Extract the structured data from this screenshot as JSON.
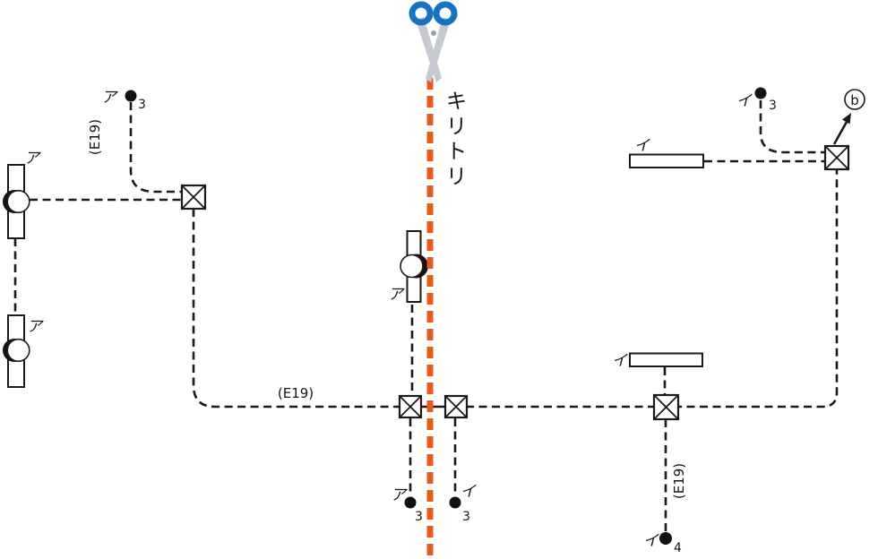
{
  "title": "wiring-diagram-with-cut-line",
  "cut": {
    "label": "キリトリ",
    "line_color": "#E8591C"
  },
  "cable": {
    "label": "(E19)"
  },
  "terminal": {
    "label": "b"
  },
  "groups": {
    "a": "ア",
    "i": "イ"
  },
  "ways": {
    "three": "3",
    "four": "4"
  },
  "components": {
    "junction_box_count": 5,
    "switches": [
      {
        "group": "ア",
        "ways": "3",
        "location": "top-left"
      },
      {
        "group": "ア",
        "ways": "3",
        "location": "center-left-of-cut"
      },
      {
        "group": "イ",
        "ways": "3",
        "location": "center-right-of-cut"
      },
      {
        "group": "イ",
        "ways": "3",
        "location": "top-right"
      },
      {
        "group": "イ",
        "ways": "4",
        "location": "bottom-right"
      }
    ],
    "luminaires": [
      {
        "group": "ア",
        "type": "lamp-on-batten",
        "location": "left-upper"
      },
      {
        "group": "ア",
        "type": "lamp-on-batten",
        "location": "left-lower"
      },
      {
        "group": "ア",
        "type": "lamp-on-batten",
        "location": "center-at-cut"
      },
      {
        "group": "イ",
        "type": "straight-batten",
        "location": "right-upper"
      },
      {
        "group": "イ",
        "type": "straight-batten",
        "location": "right-middle"
      }
    ],
    "arrow_terminal": {
      "label": "b",
      "location": "top-right"
    }
  }
}
